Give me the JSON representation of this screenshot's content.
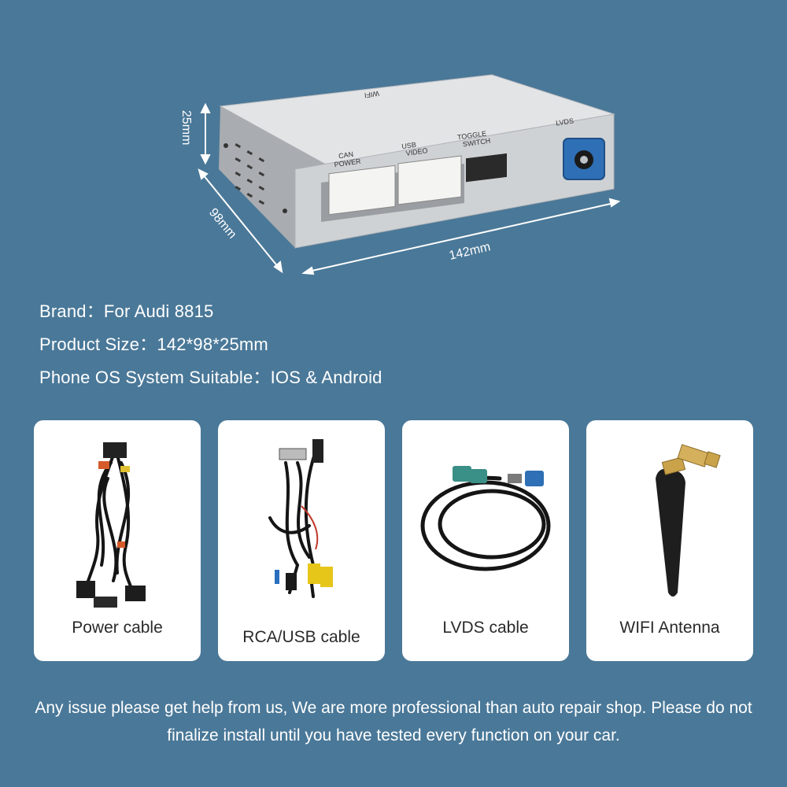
{
  "product": {
    "dimensions": {
      "height": "25mm",
      "depth": "98mm",
      "width": "142mm"
    },
    "port_labels": {
      "can_power": [
        "CAN",
        "POWER"
      ],
      "usb_video": [
        "USB",
        "VIDEO"
      ],
      "toggle_switch": [
        "TOGGLE",
        "SWITCH"
      ],
      "lvds": "LVDS",
      "wifi": "WIFI"
    }
  },
  "specs": {
    "brand": "Brand：For Audi 8815",
    "size": "Product Size：142*98*25mm",
    "os": "Phone OS System Suitable：IOS & Android"
  },
  "accessories": [
    {
      "label": "Power cable",
      "icon": "power-cable-icon"
    },
    {
      "label": "RCA/USB cable",
      "icon": "rca-usb-cable-icon"
    },
    {
      "label": "LVDS cable",
      "icon": "lvds-cable-icon"
    },
    {
      "label": "WIFI Antenna",
      "icon": "wifi-antenna-icon"
    }
  ],
  "note": "Any issue please get help from us, We are more professional than auto repair shop. Please do not finalize install until you have tested every function on your car.",
  "colors": {
    "background": "#4a7898",
    "card": "#ffffff",
    "box_silver": "#d6d8da",
    "fakra_blue": "#2f6fb5",
    "fakra_green": "#3a8f86",
    "antenna_gold": "#c9a24a"
  }
}
